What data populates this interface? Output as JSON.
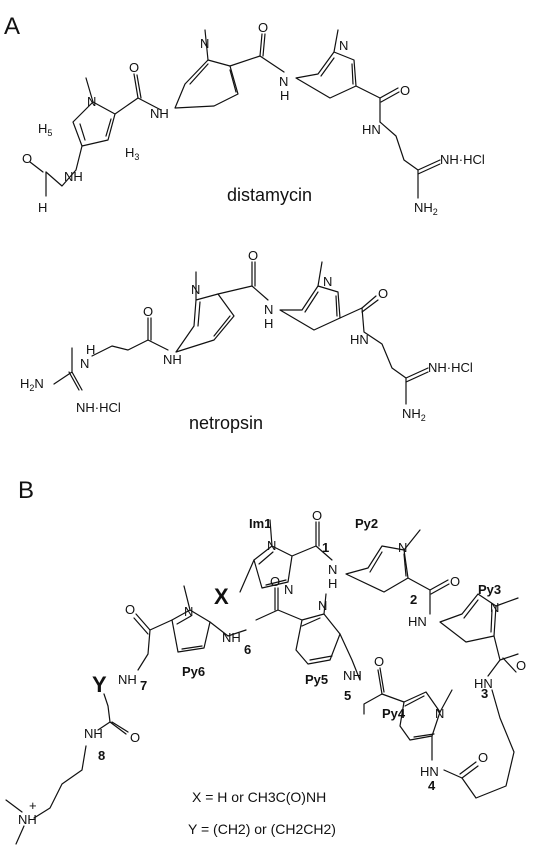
{
  "panels": {
    "a": "A",
    "b": "B"
  },
  "distamycin": {
    "name": "distamycin",
    "h5": "H",
    "h5_sub": "5",
    "h3": "H",
    "h3_sub": "3",
    "formyl_h": "H"
  },
  "netropsin": {
    "name": "netropsin"
  },
  "atoms": {
    "N": "N",
    "O": "O",
    "H": "H",
    "NH": "NH",
    "HN": "HN",
    "NH_HCl": "NH·HCl",
    "NH2_N": "NH",
    "two": "2",
    "H2N_H": "H",
    "plus": "+"
  },
  "hairpin": {
    "rings": {
      "im1": "Im1",
      "py2": "Py2",
      "py3": "Py3",
      "py4": "Py4",
      "py5": "Py5",
      "py6": "Py6"
    },
    "amide_numbers": [
      "1",
      "2",
      "3",
      "4",
      "5",
      "6",
      "7",
      "8"
    ],
    "x_label": "X",
    "y_label": "Y",
    "x_def": "X = H or CH3C(O)NH",
    "y_def": "Y = (CH2) or (CH2CH2)"
  }
}
